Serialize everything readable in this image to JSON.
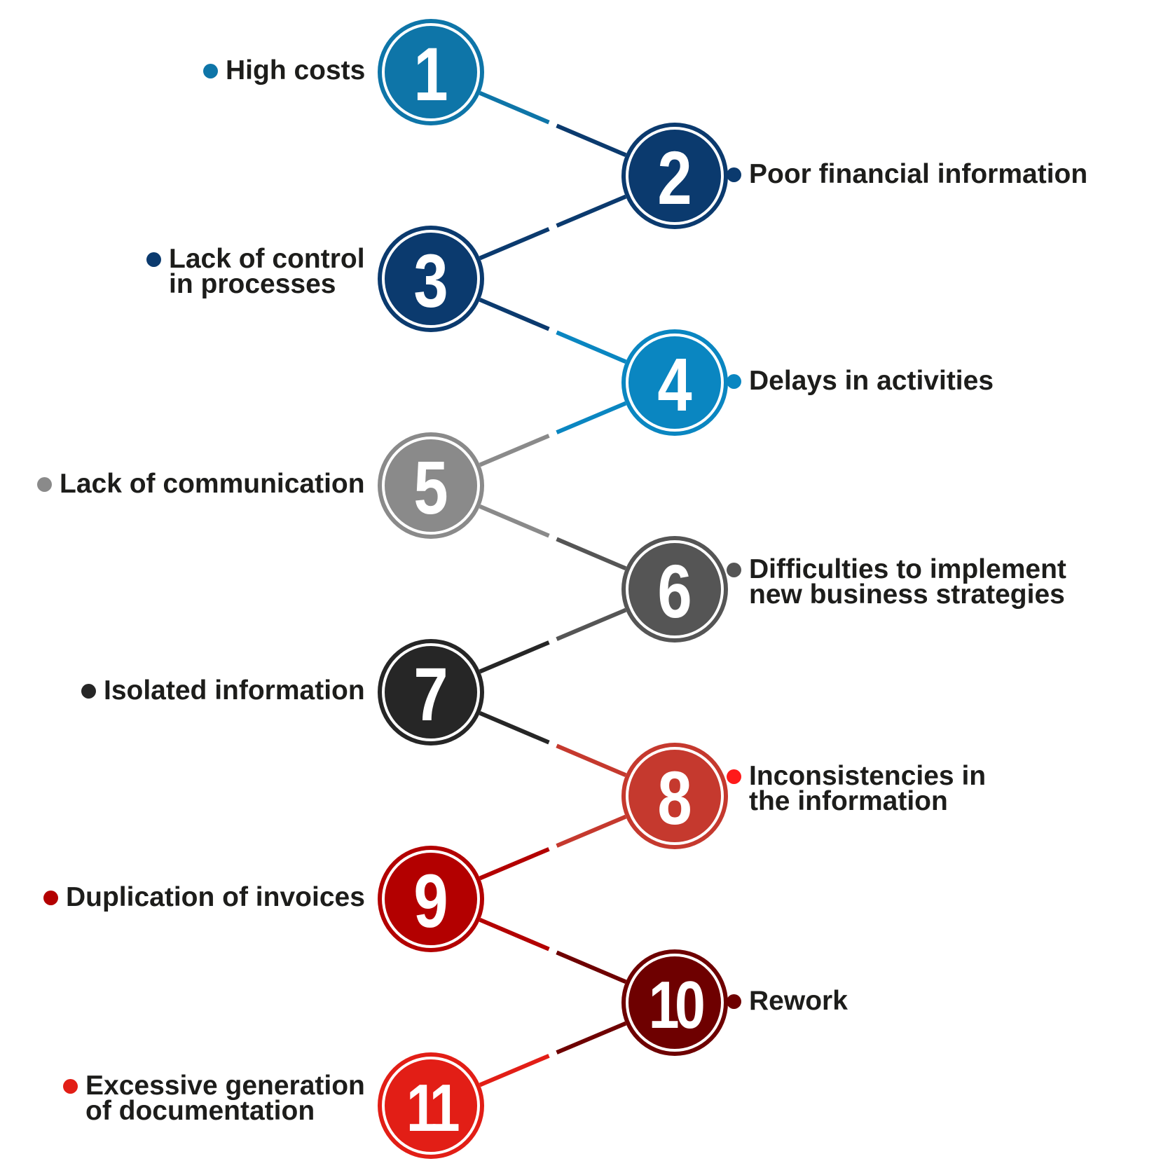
{
  "steps": [
    {
      "number": "1",
      "text": "High costs",
      "color": "#0e75a8",
      "dot_color": "#0e75a8"
    },
    {
      "number": "2",
      "text": "Poor financial information",
      "color": "#0b3a6e",
      "dot_color": "#0b3a6e"
    },
    {
      "number": "3",
      "text": "Lack of control\nin processes",
      "color": "#0b3a6e",
      "dot_color": "#0b3a6e"
    },
    {
      "number": "4",
      "text": "Delays in activities",
      "color": "#0a86c1",
      "dot_color": "#0a86c1"
    },
    {
      "number": "5",
      "text": "Lack of communication",
      "color": "#8a8a8a",
      "dot_color": "#8a8a8a"
    },
    {
      "number": "6",
      "text": "Difficulties to implement\nnew business strategies",
      "color": "#555555",
      "dot_color": "#555555"
    },
    {
      "number": "7",
      "text": "Isolated information",
      "color": "#262626",
      "dot_color": "#262626"
    },
    {
      "number": "8",
      "text": "Inconsistencies in\nthe information",
      "color": "#c5392e",
      "dot_color": "#ff1a1a"
    },
    {
      "number": "9",
      "text": "Duplication of invoices",
      "color": "#b30000",
      "dot_color": "#b30000"
    },
    {
      "number": "10",
      "text": "Rework",
      "color": "#6e0000",
      "dot_color": "#6e0000"
    },
    {
      "number": "11",
      "text": "Excessive generation\nof documentation",
      "color": "#e21e16",
      "dot_color": "#e21e16"
    }
  ]
}
